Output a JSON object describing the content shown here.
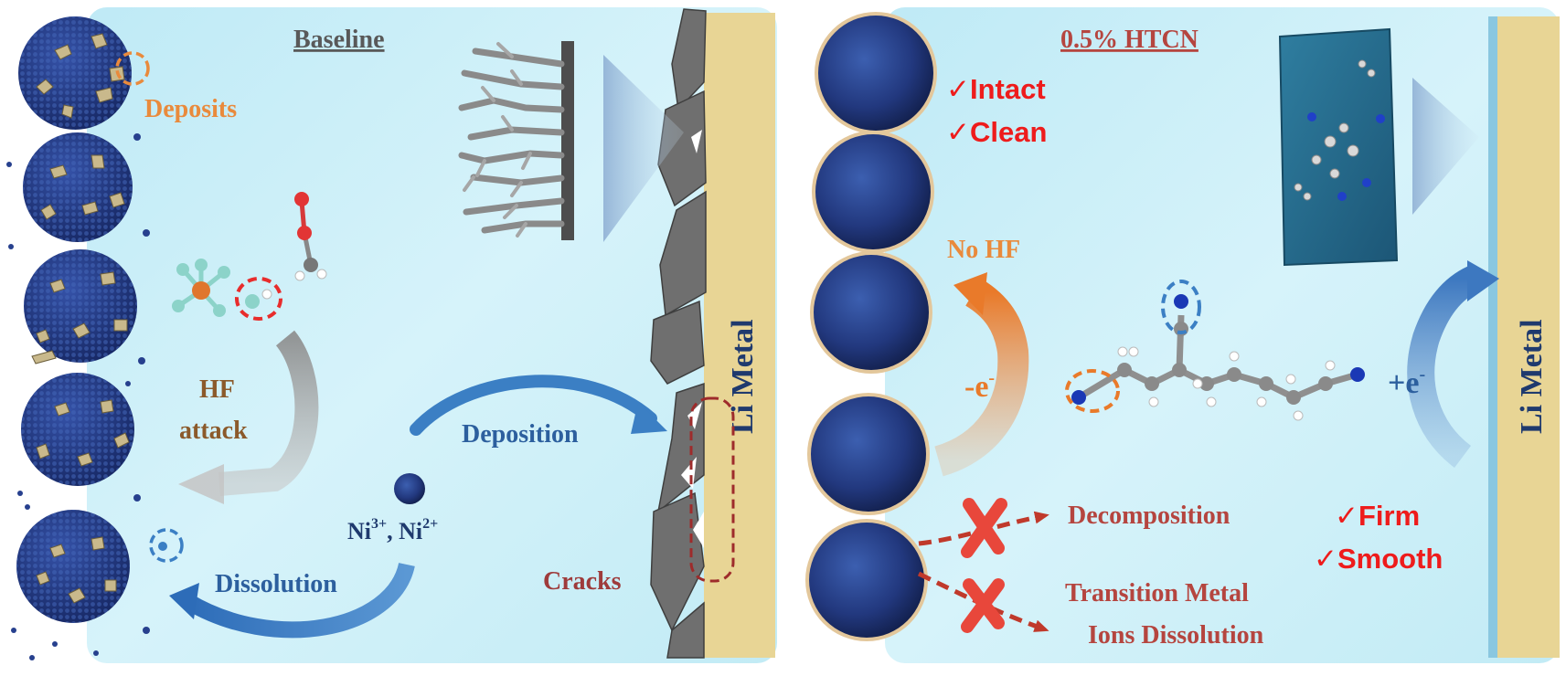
{
  "left_panel": {
    "title": "Baseline",
    "deposits_label": "Deposits",
    "hf_attack_line1": "HF",
    "hf_attack_line2": "attack",
    "deposition_label": "Deposition",
    "ni_base": "Ni",
    "ni_sup1": "3+",
    "ni_sep": ", Ni",
    "ni_sup2": "2+",
    "dissolution_label": "Dissolution",
    "cracks_label": "Cracks",
    "li_metal_label": "Li Metal"
  },
  "right_panel": {
    "title": "0.5% HTCN",
    "intact_label": "✓Intact",
    "clean_label": "✓Clean",
    "no_hf_label": "No HF",
    "minus_e_base": "-e",
    "minus_e_sup": "-",
    "plus_e_base": "+e",
    "plus_e_sup": "-",
    "decomposition_label": "Decomposition",
    "tm_line1": "Transition Metal",
    "tm_line2": "Ions Dissolution",
    "firm_label": "✓Firm",
    "smooth_label": "✓Smooth",
    "li_metal_label": "Li Metal"
  },
  "colors": {
    "water": "#c9eef7",
    "li_metal": "#e8d595",
    "orange": "#e98a3c",
    "brown_red": "#b5453f",
    "red": "#ee1c1c",
    "navy": "#1f3a6e",
    "blue_arrow": "#3b7fc4",
    "particle": "#27408e",
    "gray_arrow": "#a3a3a3"
  }
}
